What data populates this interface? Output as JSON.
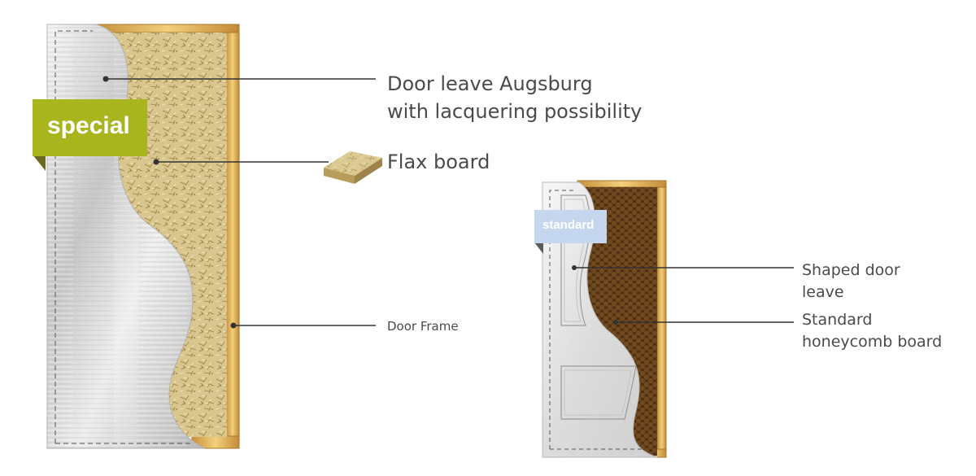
{
  "badges": {
    "special": "special",
    "standard": "standard"
  },
  "labels": {
    "door_leave_line1": "Door leave Augsburg",
    "door_leave_line2": "with lacquering possibility",
    "flax_board": "Flax board",
    "door_frame": "Door Frame",
    "shaped_door_line1": "Shaped door",
    "shaped_door_line2": "leave",
    "honeycomb_line1": "Standard",
    "honeycomb_line2": "honeycomb board"
  },
  "colors": {
    "special_badge": "#a8b51c",
    "standard_badge": "#c5d7ee",
    "frame": "#e2b45a",
    "flax": "#d6c48c",
    "honeycomb": "#5a3a1c",
    "leader_line": "#333333",
    "label_text": "#4a4a4a"
  }
}
